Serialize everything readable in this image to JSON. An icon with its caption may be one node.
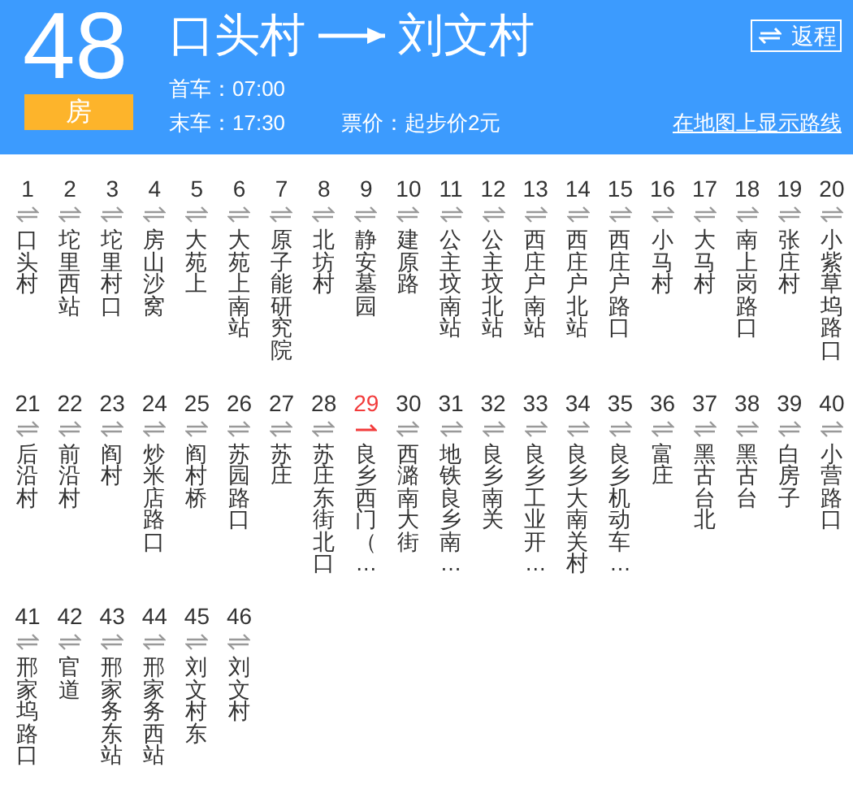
{
  "diagram": {
    "nodes": [
      {
        "text": [
          "口头村"
        ]
      },
      {
        "text": [
          "刘文村"
        ]
      },
      {
        "text": [
          "返程"
        ]
      },
      {
        "text": [
          "房"
        ]
      }
    ],
    "edges": [
      {
        "from": 0,
        "to": 1,
        "arrow": "to"
      }
    ],
    "labels": [
      "48",
      "首车：07:00",
      "末车：17:30",
      "票价：起步价2元",
      "在地图上显示路线",
      "1",
      "口头村",
      "2",
      "坨里西站",
      "3",
      "坨里村口",
      "4",
      "房山沙窝",
      "5",
      "大苑上",
      "6",
      "大苑上南站",
      "7",
      "原子能研究院",
      "8",
      "北坊村",
      "9",
      "静安墓园",
      "10",
      "建原路",
      "11",
      "公主坟南站",
      "12",
      "公主坟北站",
      "13",
      "西庄户南站",
      "14",
      "西庄户北站",
      "15",
      "西庄户路口",
      "16",
      "小马村",
      "17",
      "大马村",
      "18",
      "南上岗路口",
      "19",
      "张庄村",
      "20",
      "小紫草坞路口",
      "21",
      "后沿村",
      "22",
      "前沿村",
      "23",
      "阎村",
      "24",
      "炒米店路口",
      "25",
      "阎村桥",
      "26",
      "苏园路口",
      "27",
      "苏庄",
      "28",
      "苏庄东街北口",
      "29",
      "良乡西门（…",
      "30",
      "西潞南大街",
      "31",
      "地铁良乡南…",
      "32",
      "良乡南关",
      "33",
      "良乡工业开…",
      "34",
      "良乡大南关村",
      "35",
      "良乡机动车…",
      "36",
      "富庄",
      "37",
      "黑古台北",
      "38",
      "黑古台",
      "39",
      "白房子",
      "40",
      "小营路口",
      "41",
      "邢家坞路口",
      "42",
      "官道",
      "43",
      "邢家务东站",
      "44",
      "邢家务西站",
      "45",
      "刘文村东",
      "46",
      "刘文村"
    ]
  }
}
